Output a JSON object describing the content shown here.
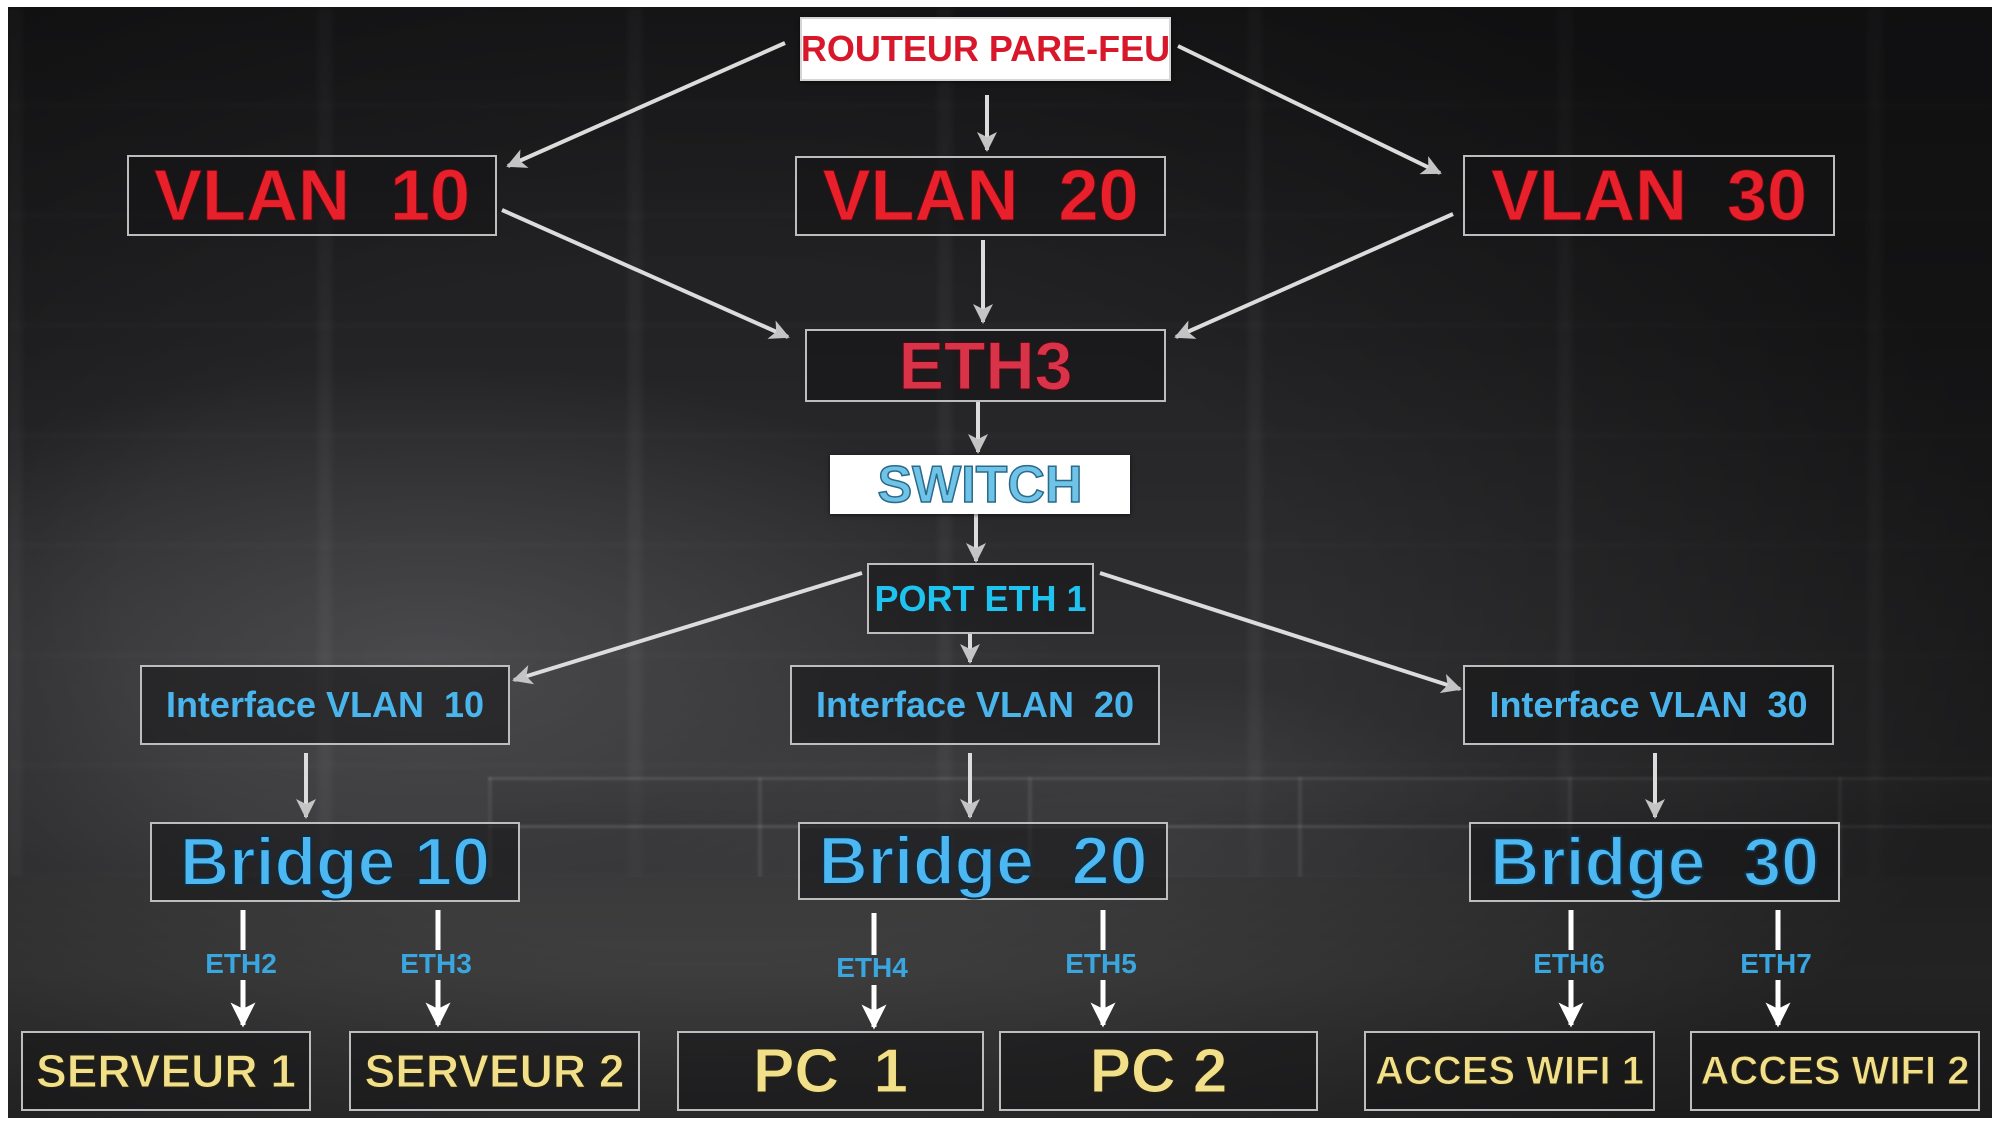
{
  "diagram": {
    "title": "ROUTEUR PARE-FEU",
    "colors": {
      "router_text": "#d8182a",
      "vlan_text": "#e8202c",
      "eth3_text": "#d9334a",
      "switch_text": "#6ec3e6",
      "port_text": "#1ec3f0",
      "interface_text": "#49b5ec",
      "bridge_text": "#4cb7f0",
      "port_label_text": "#3aa6e0",
      "device_text": "#f2df8a",
      "box_border": "#bdbdbd",
      "arrow": "#e6e6e6"
    },
    "nodes": {
      "router": "ROUTEUR PARE-FEU",
      "vlan10": "VLAN  10",
      "vlan20": "VLAN  20",
      "vlan30": "VLAN  30",
      "eth3": "ETH3",
      "switch": "SWITCH",
      "port_eth1": "PORT ETH 1",
      "iface10": "Interface VLAN  10",
      "iface20": "Interface VLAN  20",
      "iface30": "Interface VLAN  30",
      "bridge10": "Bridge 10",
      "bridge20": "Bridge  20",
      "bridge30": "Bridge  30",
      "serveur1": "SERVEUR 1",
      "serveur2": "SERVEUR 2",
      "pc1": "PC  1",
      "pc2": "PC 2",
      "wifi1": "ACCES WIFI 1",
      "wifi2": "ACCES WIFI 2"
    },
    "port_labels": {
      "eth2": "ETH2",
      "eth3": "ETH3",
      "eth4": "ETH4",
      "eth5": "ETH5",
      "eth6": "ETH6",
      "eth7": "ETH7"
    },
    "edges": [
      {
        "from": "router",
        "to": "vlan10"
      },
      {
        "from": "router",
        "to": "vlan20"
      },
      {
        "from": "router",
        "to": "vlan30"
      },
      {
        "from": "vlan10",
        "to": "eth3"
      },
      {
        "from": "vlan20",
        "to": "eth3"
      },
      {
        "from": "vlan30",
        "to": "eth3"
      },
      {
        "from": "eth3",
        "to": "switch"
      },
      {
        "from": "switch",
        "to": "port_eth1"
      },
      {
        "from": "port_eth1",
        "to": "iface10"
      },
      {
        "from": "port_eth1",
        "to": "iface20"
      },
      {
        "from": "port_eth1",
        "to": "iface30"
      },
      {
        "from": "iface10",
        "to": "bridge10"
      },
      {
        "from": "iface20",
        "to": "bridge20"
      },
      {
        "from": "iface30",
        "to": "bridge30"
      },
      {
        "from": "bridge10",
        "to": "serveur1",
        "label": "ETH2"
      },
      {
        "from": "bridge10",
        "to": "serveur2",
        "label": "ETH3"
      },
      {
        "from": "bridge20",
        "to": "pc1",
        "label": "ETH4"
      },
      {
        "from": "bridge20",
        "to": "pc2",
        "label": "ETH5"
      },
      {
        "from": "bridge30",
        "to": "wifi1",
        "label": "ETH6"
      },
      {
        "from": "bridge30",
        "to": "wifi2",
        "label": "ETH7"
      }
    ]
  }
}
